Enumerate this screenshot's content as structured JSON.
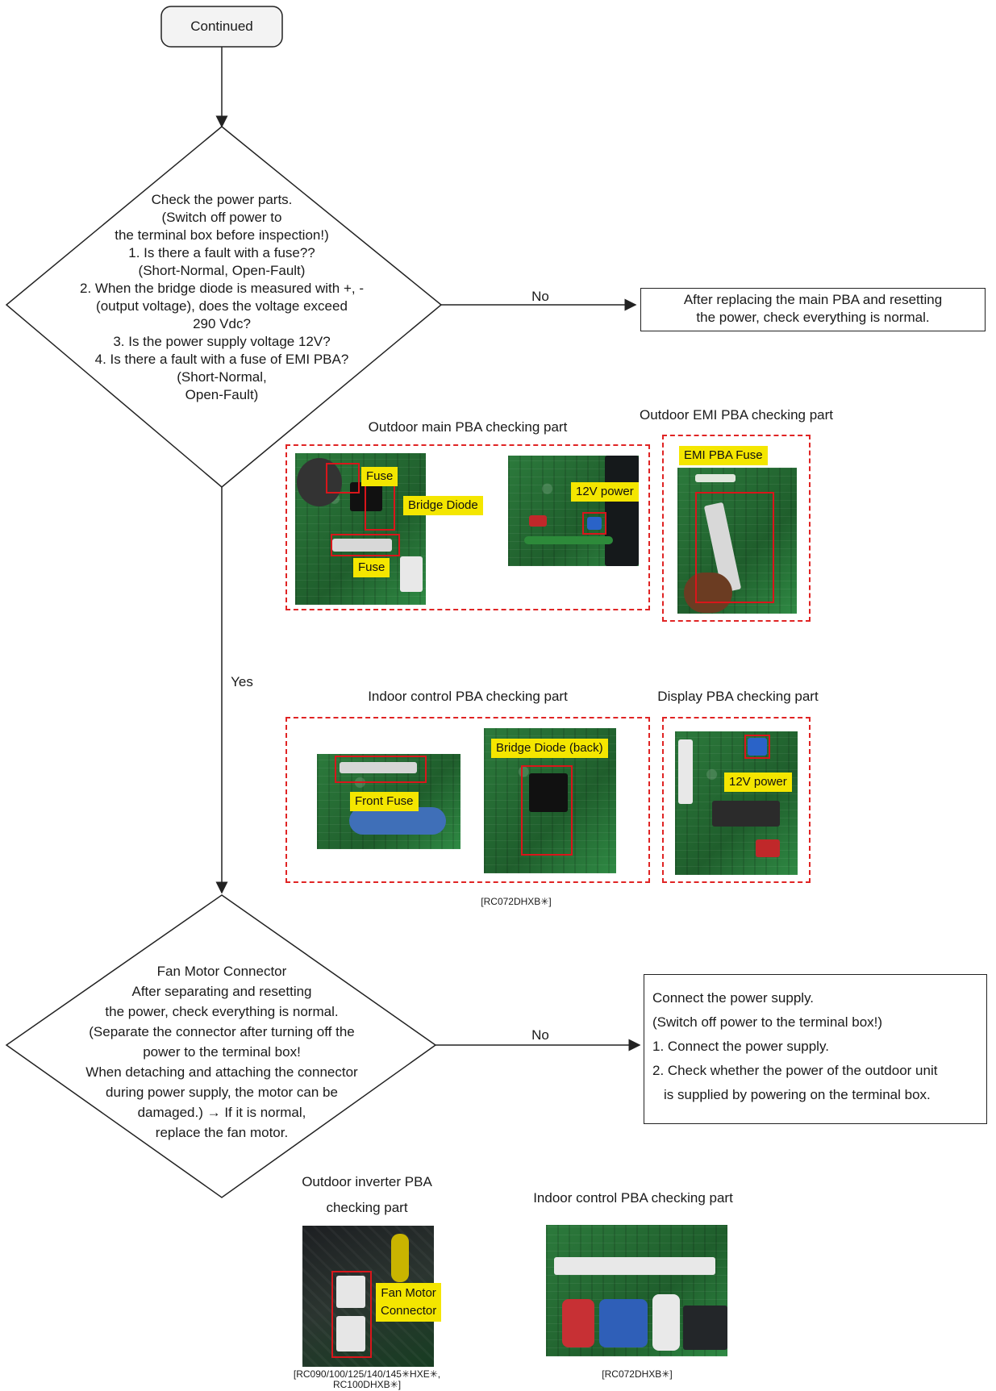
{
  "start": {
    "label": "Continued"
  },
  "decision1": {
    "lines": [
      "Check the power parts.",
      "(Switch off power to",
      "the terminal box before inspection!)",
      "1. Is there a fault with a fuse??",
      "(Short-Normal, Open-Fault)",
      "2. When the bridge diode is measured with +, -",
      "(output voltage),  does the voltage exceed",
      "290 Vdc?",
      "3. Is the power supply voltage 12V?",
      "4. Is there a fault with a fuse of EMI PBA?",
      "(Short-Normal,",
      "Open-Fault)"
    ],
    "no_label": "No",
    "yes_label": "Yes"
  },
  "action1": {
    "lines": [
      "After replacing the main PBA and resetting",
      "the power, check everything is normal."
    ]
  },
  "images1": {
    "outdoor_main_title": "Outdoor main PBA checking part",
    "outdoor_emi_title": "Outdoor EMI PBA checking part",
    "tag_fuse_top": "Fuse",
    "tag_bridge_diode": "Bridge Diode",
    "tag_fuse_bottom": "Fuse",
    "tag_12v_main": "12V power",
    "tag_emi_fuse": "EMI  PBA Fuse",
    "indoor_control_title": "Indoor control PBA checking part",
    "display_title": "Display PBA checking part",
    "tag_front_fuse": "Front Fuse",
    "tag_bridge_back": "Bridge Diode (back)",
    "tag_12v_display": "12V power",
    "model_caption": "[RC072DHXB✳]"
  },
  "decision2": {
    "lines": [
      "Fan Motor Connector",
      "After separating and resetting",
      "the power, check everything is normal.",
      "(Separate the connector after turning off the",
      "power to the terminal box!",
      "When detaching and attaching the connector",
      "during power supply, the motor can be",
      "damaged.) → If it is normal,",
      "replace the fan motor."
    ],
    "no_label": "No"
  },
  "action2": {
    "lines": [
      "Connect the power supply.",
      "(Switch off power to the terminal box!)",
      "1. Connect the power supply.",
      "2. Check whether the power of the outdoor unit",
      "is supplied by powering on the terminal box."
    ]
  },
  "images2": {
    "outdoor_inverter_title_1": "Outdoor inverter PBA",
    "outdoor_inverter_title_2": "checking part",
    "tag_fan_motor_1": "Fan Motor",
    "tag_fan_motor_2": "Connector",
    "inverter_caption_1": "[RC090/100/125/140/145✳HXE✳,",
    "inverter_caption_2": "RC100DHXB✳]",
    "indoor_control_title": "Indoor control PBA checking part",
    "indoor_caption": "[RC072DHXB✳]"
  }
}
